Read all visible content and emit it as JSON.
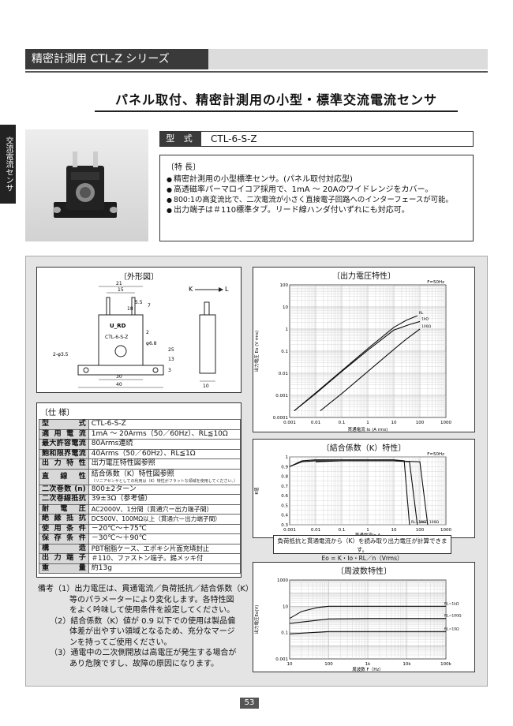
{
  "header": {
    "series_title": "精密計測用 CTL-Z シリーズ"
  },
  "main_title": "パネル取付、精密計測用の小型・標準交流電流センサ",
  "side_tab": "交流電流センサ",
  "model": {
    "label": "型 式",
    "value": "CTL-6-S-Z"
  },
  "features": {
    "title": "〔特 長〕",
    "items": [
      "精密計測用の小型標準センサ。(パネル取付対応型)",
      "高透磁率パーマロイコア採用で、1mA ～ 20Aのワイドレンジをカバー。",
      "800:1の高変流比で、二次電流が小さく直接電子回路へのインターフェースが可能。",
      "出力端子は＃110標準タブ。リード線ハンダ付いずれにも対応可。"
    ]
  },
  "outline": {
    "title": "〔外形図〕",
    "direction": "K",
    "direction2": "L",
    "marking_brand": "U_RD",
    "marking_model": "CTL-6-S-Z",
    "dims": {
      "d21": "21",
      "d15": "15",
      "d18": "18",
      "d55": "5.5",
      "d7": "7",
      "d2": "2",
      "dphi": "φ6.8",
      "d25": "25",
      "d13": "13",
      "d3": "3",
      "d30": "30",
      "d40": "40",
      "d10": "10",
      "hole": "2-φ3.5"
    }
  },
  "specs": {
    "title": "〔仕 様〕",
    "rows": [
      {
        "key": "型式",
        "value": "CTL-6-S-Z"
      },
      {
        "key": "適用電流",
        "value": "1mA ～ 20Arms（50／60Hz）、RL≦10Ω"
      },
      {
        "key": "最大許容電流",
        "value": "80Arms連続"
      },
      {
        "key": "飽和限界電流",
        "value": "40Arms（50／60Hz）、RL≦1Ω"
      },
      {
        "key": "出力特性",
        "value": "出力電圧特性図参照"
      },
      {
        "key": "直線性",
        "value": "結合係数（K）特性図参照",
        "subnote": "（リニアセンサとしての利用は（K）特性がフラットな領域を使用してください。）"
      },
      {
        "key": "二次巻数 (n)",
        "value": "800±2ターン"
      },
      {
        "key": "二次巻線抵抗",
        "value": "39±3Ω（参考値）"
      },
      {
        "key": "耐電圧",
        "value": "AC2000V、1分間（貫通穴ー出力端子間）"
      },
      {
        "key": "絶縁抵抗",
        "value": "DC500V、100MΩ以上（貫通穴ー出力端子間）"
      },
      {
        "key": "使用条件",
        "value": "－20℃～＋75℃"
      },
      {
        "key": "保存条件",
        "value": "－30℃～＋90℃"
      },
      {
        "key": "構造",
        "value": "PBT樹脂ケース、エポキシ片面充填封止"
      },
      {
        "key": "出力端子",
        "value": "＃110、ファストン端子。錫メッキ付"
      },
      {
        "key": "重量",
        "value": "約13g"
      }
    ]
  },
  "notes": {
    "lines": [
      "備考（1）出力電圧は、貫通電流／負荷抵抗／結合係数（K）",
      "　　　　等のパラメーターにより変化します。各特性図",
      "　　　　をよく吟味して使用条件を設定してください。",
      "　　（2）結合係数（K）値が 0.9 以下での使用は製品偏",
      "　　　　体差が出やすい領域となるため、充分なマージ",
      "　　　　ンを持ってご使用ください。",
      "　　（3）通電中の二次側開放は高電圧が発生する場合が",
      "　　　　あり危険ですし、故障の原因になります。"
    ]
  },
  "formula": {
    "line1": "負荷抵抗と貫通電流から（K）を読み取り出力電圧が計算できます。",
    "line2": "Eo = K・Io・RL／n（Vrms）"
  },
  "page_number": "53",
  "chart_data": [
    {
      "type": "line",
      "title": "〔出力電圧特性〕",
      "annotation": "F=50Hz",
      "xlabel": "貫通電流 Io (A rms)",
      "ylabel": "出力電圧 Eo (V rms)",
      "xscale": "log",
      "yscale": "log",
      "xlim": [
        0.001,
        1000
      ],
      "ylim": [
        0.0001,
        100
      ],
      "x_ticks": [
        "0.001",
        "0.01",
        "0.1",
        "1",
        "10",
        "100",
        "1000"
      ],
      "y_ticks": [
        "0.0001",
        "0.001",
        "0.01",
        "0.1",
        "1",
        "10",
        "100"
      ],
      "grid": true,
      "series": [
        {
          "name": "RL",
          "x": [
            0.0015,
            0.01,
            0.1,
            1,
            10,
            30,
            80
          ],
          "y": [
            0.0002,
            0.0013,
            0.013,
            0.13,
            1.2,
            2.5,
            4
          ]
        },
        {
          "name": "1kΩ",
          "x": [
            0.0015,
            0.01,
            0.1,
            1,
            10,
            40,
            100
          ],
          "y": [
            0.0002,
            0.0012,
            0.012,
            0.11,
            0.9,
            1.6,
            2.2
          ]
        },
        {
          "name": "100Ω",
          "x": [
            0.015,
            0.1,
            1,
            10,
            30,
            100
          ],
          "y": [
            0.0002,
            0.0012,
            0.012,
            0.12,
            0.35,
            1
          ]
        }
      ]
    },
    {
      "type": "line",
      "title": "〔結合係数（K）特性〕",
      "annotation": "F=50Hz",
      "xlabel": "貫通電流Io A",
      "ylabel": "K値",
      "xscale": "log",
      "xlim": [
        0.001,
        1000
      ],
      "ylim": [
        0.3,
        1.0
      ],
      "x_ticks": [
        "0.001",
        "0.01",
        "0.1",
        "1",
        "10",
        "100",
        "1000"
      ],
      "y_ticks": [
        "0.3",
        "0.4",
        "0.5",
        "0.6",
        "0.7",
        "0.8",
        "0.9",
        "1"
      ],
      "grid": true,
      "series": [
        {
          "name": "RL=10kΩ",
          "x": [
            0.001,
            0.003,
            0.01,
            0.1,
            1,
            10,
            25,
            40
          ],
          "y": [
            0.9,
            0.96,
            0.97,
            0.97,
            0.97,
            0.97,
            0.96,
            0.3
          ]
        },
        {
          "name": "1kΩ",
          "x": [
            0.001,
            0.003,
            0.01,
            0.1,
            1,
            10,
            40,
            80
          ],
          "y": [
            0.9,
            0.95,
            0.96,
            0.96,
            0.96,
            0.96,
            0.95,
            0.3
          ]
        },
        {
          "name": "100Ω",
          "x": [
            0.01,
            0.1,
            1,
            10,
            100,
            200
          ],
          "y": [
            0.95,
            0.96,
            0.96,
            0.96,
            0.95,
            0.3
          ]
        }
      ]
    },
    {
      "type": "line",
      "title": "〔周波数特性〕",
      "xlabel": "周波数 F（Hz）",
      "ylabel": "出力電圧Eo(V)",
      "xscale": "log",
      "yscale": "log",
      "xlim": [
        10,
        100000
      ],
      "ylim": [
        0.001,
        1000
      ],
      "x_ticks": [
        "10",
        "100",
        "1k",
        "10k",
        "100k"
      ],
      "y_ticks": [
        "0.001",
        "0.1",
        "10",
        "1000"
      ],
      "grid": true,
      "series": [
        {
          "name": "RL=1kΩ",
          "x": [
            10,
            20,
            50,
            100,
            1000,
            10000,
            100000
          ],
          "y": [
            1.2,
            4,
            8,
            10,
            10,
            10,
            10
          ]
        },
        {
          "name": "RL=100Ω",
          "x": [
            10,
            100,
            1000,
            10000,
            100000
          ],
          "y": [
            0.5,
            1.1,
            1.2,
            1.2,
            1.2
          ]
        },
        {
          "name": "RL=10Ω",
          "x": [
            10,
            100,
            1000,
            10000,
            100000
          ],
          "y": [
            0.08,
            0.12,
            0.12,
            0.12,
            0.12
          ]
        }
      ]
    }
  ]
}
